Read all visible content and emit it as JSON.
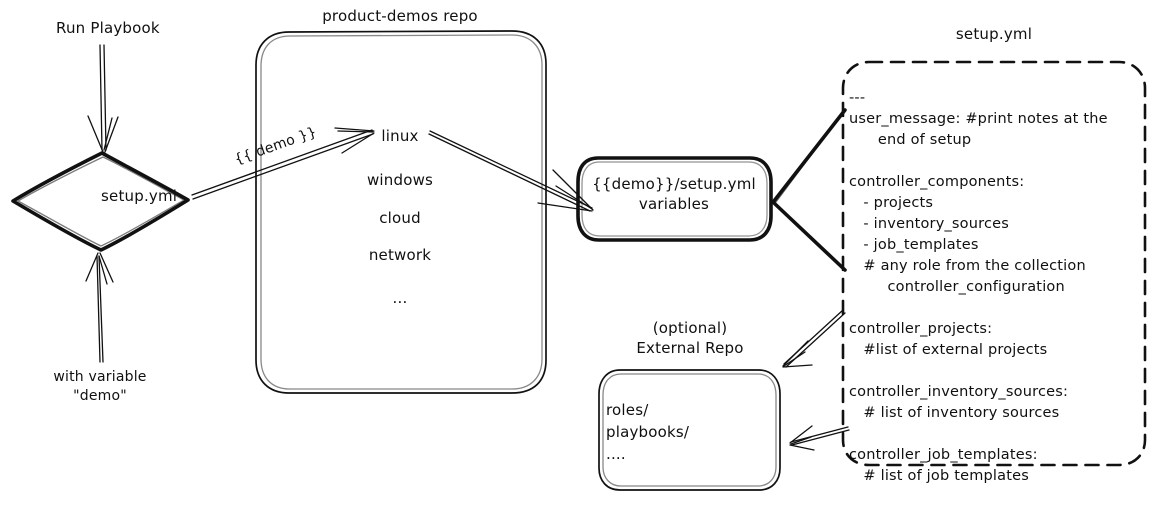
{
  "diagram": {
    "title": "Ansible product-demos setup.yml flow",
    "stroke_color": "#111111",
    "background": "#ffffff"
  },
  "nodes": {
    "run_playbook_label": "Run Playbook",
    "with_variable_label": "with variable\n\"demo\"",
    "setup_diamond_label": "setup.yml",
    "repo_title": "product-demos repo",
    "repo_items": [
      "linux",
      "windows",
      "cloud",
      "network",
      "..."
    ],
    "variables_box_label": "{{demo}}/setup.yml\nvariables",
    "setup_yml_title": "setup.yml",
    "external_repo_caption": "(optional)\nExternal Repo",
    "external_repo_body": "roles/\nplaybooks/\n...."
  },
  "setup_yml": {
    "lines": [
      "---",
      "user_message: #print notes at the",
      "      end of setup",
      "",
      "controller_components:",
      "   - projects",
      "   - inventory_sources",
      "   - job_templates",
      "   # any role from the collection",
      "        controller_configuration",
      "",
      "controller_projects:",
      "   #list of external projects",
      "",
      "controller_inventory_sources:",
      "   # list of inventory sources",
      "",
      "controller_job_templates:",
      "   # list of job templates"
    ],
    "text": "---\nuser_message: #print notes at the\n      end of setup\n\ncontroller_components:\n   - projects\n   - inventory_sources\n   - job_templates\n   # any role from the collection\n        controller_configuration\n\ncontroller_projects:\n   #list of external projects\n\ncontroller_inventory_sources:\n   # list of inventory sources\n\ncontroller_job_templates:\n   # list of job templates"
  },
  "edges": [
    {
      "name": "run-playbook-to-setup",
      "label": ""
    },
    {
      "name": "with-variable-to-setup",
      "label": ""
    },
    {
      "name": "setup-to-linux",
      "label": "{{ demo }}"
    },
    {
      "name": "linux-to-variables",
      "label": ""
    },
    {
      "name": "variables-to-setup-yml-top",
      "label": ""
    },
    {
      "name": "variables-to-setup-yml-bottom",
      "label": ""
    },
    {
      "name": "controller-projects-to-external-repo",
      "label": ""
    },
    {
      "name": "controller-job-templates-to-external-repo",
      "label": ""
    }
  ],
  "edge_labels": {
    "demo_var": "{{ demo }}"
  }
}
